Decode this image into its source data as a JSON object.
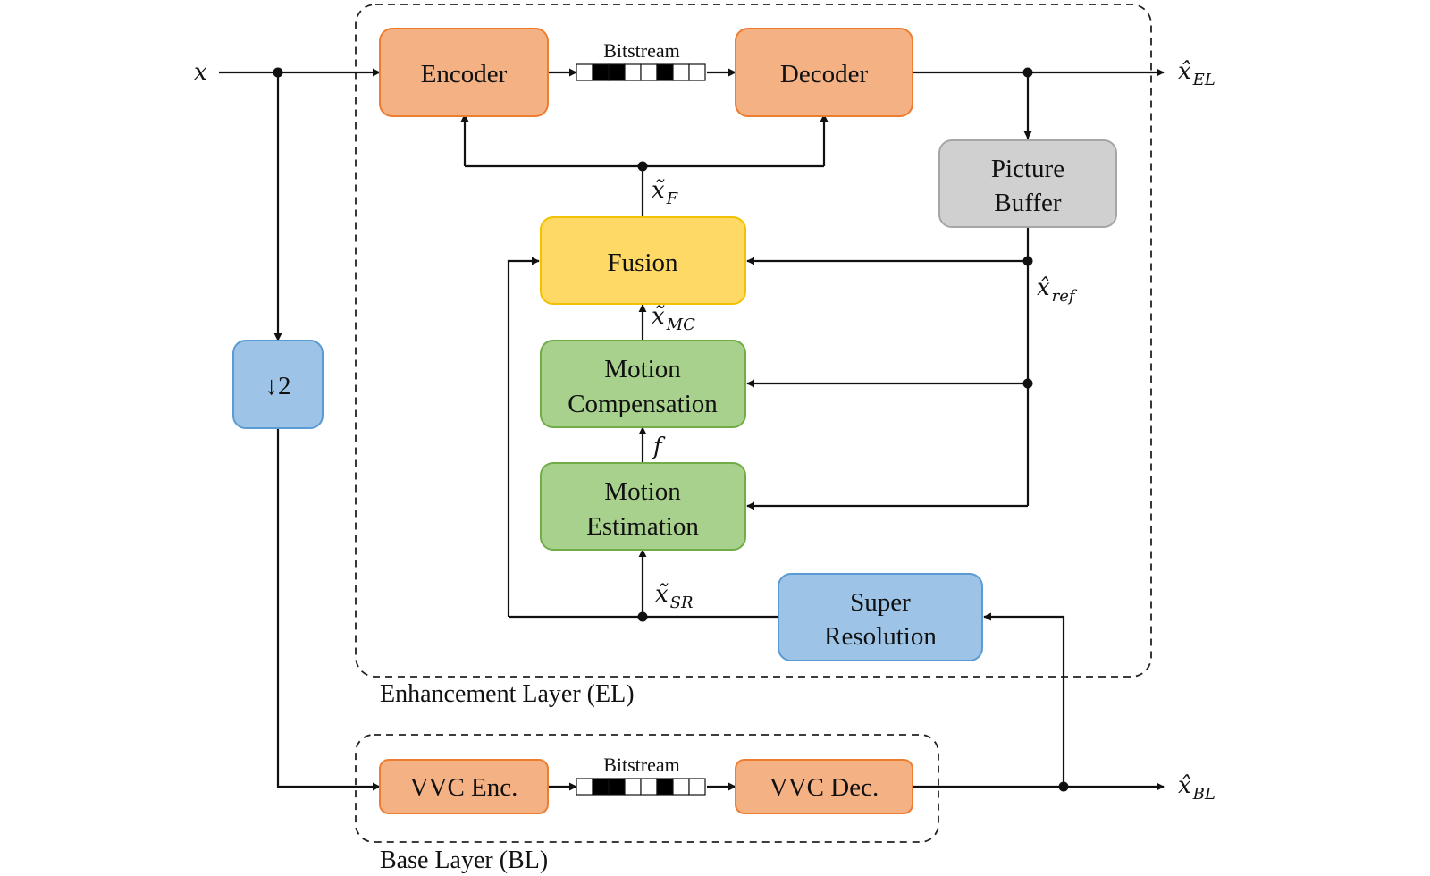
{
  "colors": {
    "orange_fill": "#F4B183",
    "orange_stroke": "#ED7D31",
    "yellow_fill": "#FFD966",
    "yellow_stroke": "#F2C200",
    "green_fill": "#A9D18E",
    "green_stroke": "#70AD47",
    "blue_fill": "#9DC3E6",
    "blue_stroke": "#5B9BD5",
    "gray_fill": "#D0D0D0",
    "gray_stroke": "#A6A6A6"
  },
  "blocks": {
    "encoder": "Encoder",
    "decoder": "Decoder",
    "picture_buffer": [
      "Picture",
      "Buffer"
    ],
    "fusion": "Fusion",
    "motion_compensation": [
      "Motion",
      "Compensation"
    ],
    "motion_estimation": [
      "Motion",
      "Estimation"
    ],
    "super_resolution": [
      "Super",
      "Resolution"
    ],
    "downsample": "↓2",
    "vvc_enc": "VVC Enc.",
    "vvc_dec": "VVC Dec."
  },
  "bitstream": {
    "label": "Bitstream",
    "cells": [
      0,
      1,
      1,
      0,
      0,
      1,
      0,
      0
    ]
  },
  "layers": {
    "enhancement": "Enhancement Layer (EL)",
    "base": "Base Layer (BL)"
  },
  "variables": {
    "x": {
      "base": "x",
      "sub": ""
    },
    "x_EL": {
      "base": "x̂",
      "sub": "EL"
    },
    "x_BL": {
      "base": "x̂",
      "sub": "BL"
    },
    "x_F": {
      "base": "x̃",
      "sub": "F"
    },
    "x_MC": {
      "base": "x̃",
      "sub": "MC"
    },
    "x_SR": {
      "base": "x̃",
      "sub": "SR"
    },
    "x_ref": {
      "base": "x̂",
      "sub": "ref"
    },
    "f": {
      "base": "f",
      "sub": ""
    }
  }
}
